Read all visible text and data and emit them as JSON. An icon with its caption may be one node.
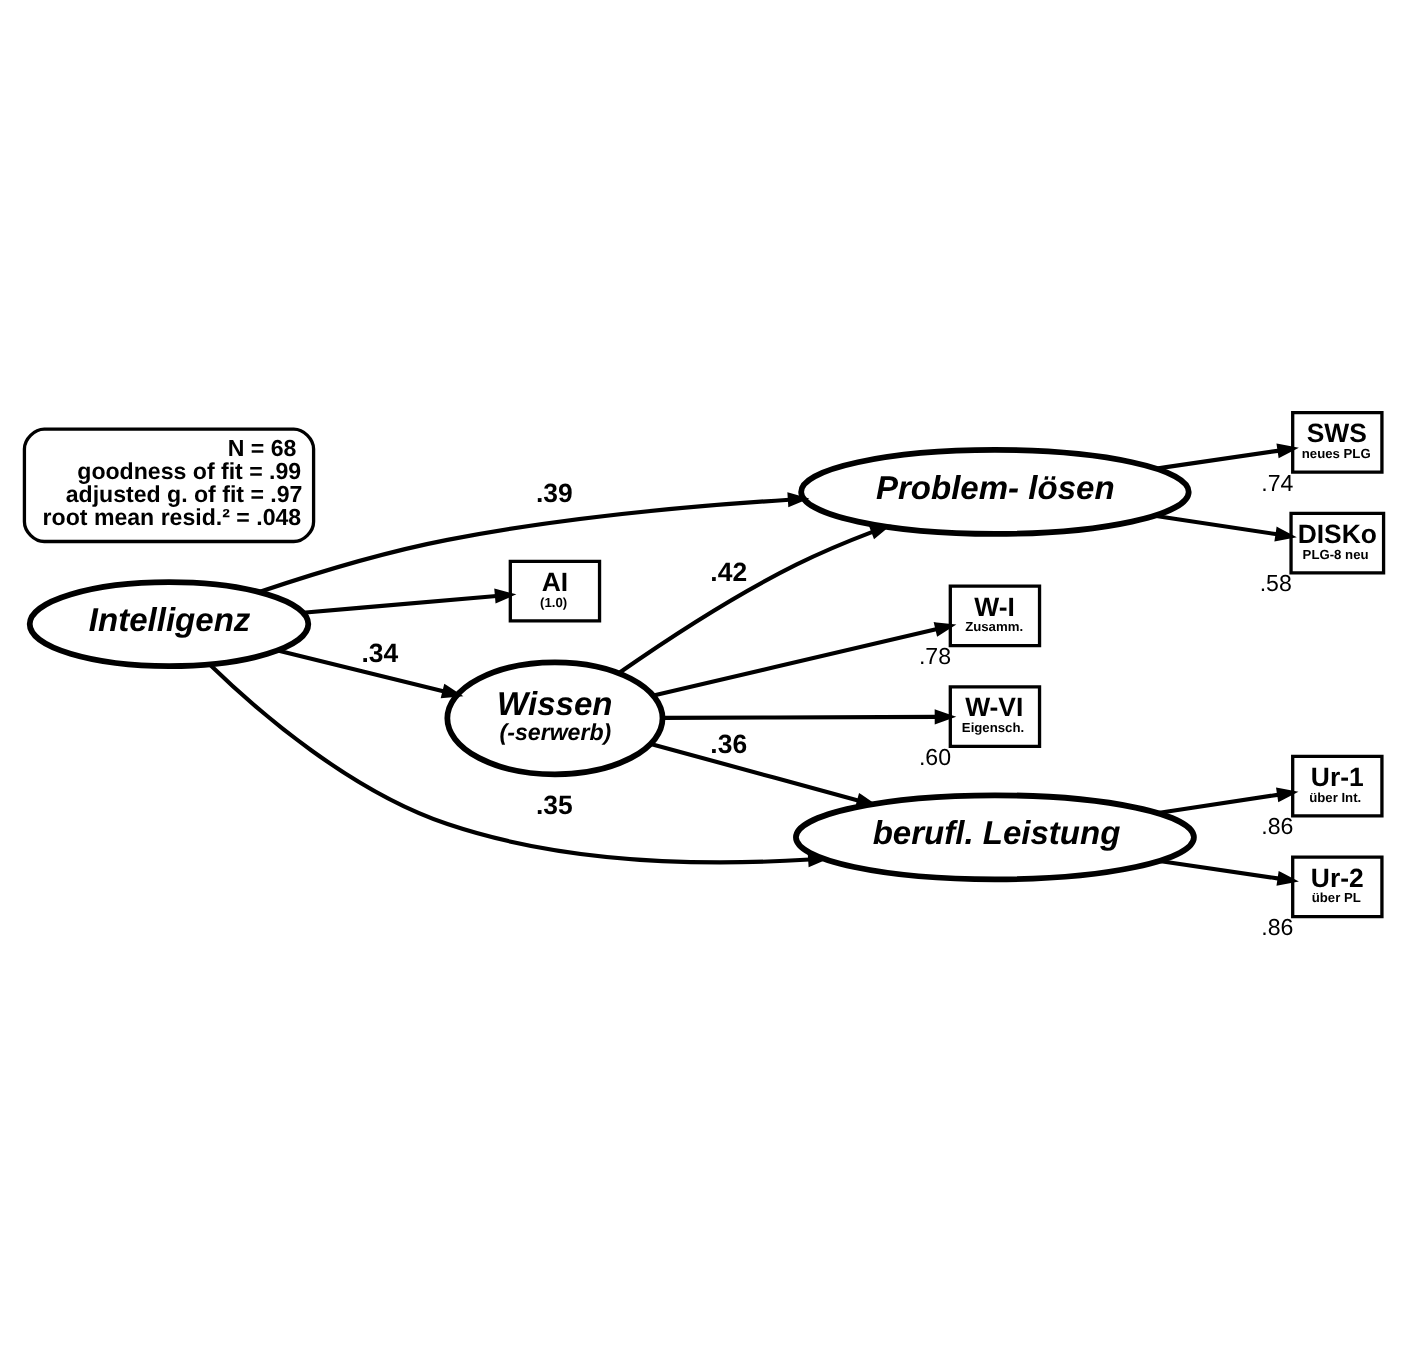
{
  "diagram": {
    "nodes": [
      {
        "text": [
          "Problem- lösen"
        ]
      },
      {
        "text": [
          "SWS",
          "neues PLG"
        ],
        "beside": [
          ".74"
        ]
      },
      {
        "text": [
          "DISKo",
          "PLG-8 neu"
        ],
        "beside": [
          ".58"
        ]
      },
      {
        "text": [
          "Intelligenz"
        ]
      },
      {
        "text": [
          "AI",
          "(1.0)"
        ]
      },
      {
        "text": [
          "berufl. Leistung"
        ]
      },
      {
        "text": [
          "Ur-1",
          "über Int."
        ],
        "beside": [
          ".86"
        ]
      },
      {
        "text": [
          "Ur-2",
          "über PL"
        ],
        "beside": [
          ".86"
        ]
      },
      {
        "text": [
          "Wissen",
          "(-serwerb)"
        ]
      },
      {
        "text": [
          "W-I",
          "Zusamm."
        ],
        "beside": [
          ".78"
        ]
      },
      {
        "text": [
          "W-VI",
          "Eigensch."
        ],
        "beside": [
          ".60"
        ]
      },
      {
        "text": [
          "N = 68",
          "goodness of fit = .99",
          "adjusted g. of fit = .97",
          "root mean resid.² = .048"
        ]
      }
    ],
    "edges": [
      {
        "from": 0,
        "to": 1,
        "arrow": "to"
      },
      {
        "from": 0,
        "to": 2,
        "arrow": "to"
      },
      {
        "from": 8,
        "to": 0,
        "arrow": "to",
        "label": ".42"
      },
      {
        "from": 3,
        "to": 0,
        "arrow": "to",
        "label": ".39"
      },
      {
        "from": 3,
        "to": 4,
        "arrow": "to"
      },
      {
        "from": 3,
        "to": 5,
        "arrow": "to",
        "label": ".35"
      },
      {
        "from": 5,
        "to": 6,
        "arrow": "to"
      },
      {
        "from": 5,
        "to": 7,
        "arrow": "to"
      },
      {
        "from": 3,
        "to": 8,
        "arrow": "to",
        "label": ".34"
      },
      {
        "from": 8,
        "to": 5,
        "arrow": "to",
        "label": ".36"
      },
      {
        "from": 8,
        "to": 9,
        "arrow": "to"
      },
      {
        "from": 8,
        "to": 10,
        "arrow": "to"
      }
    ]
  }
}
